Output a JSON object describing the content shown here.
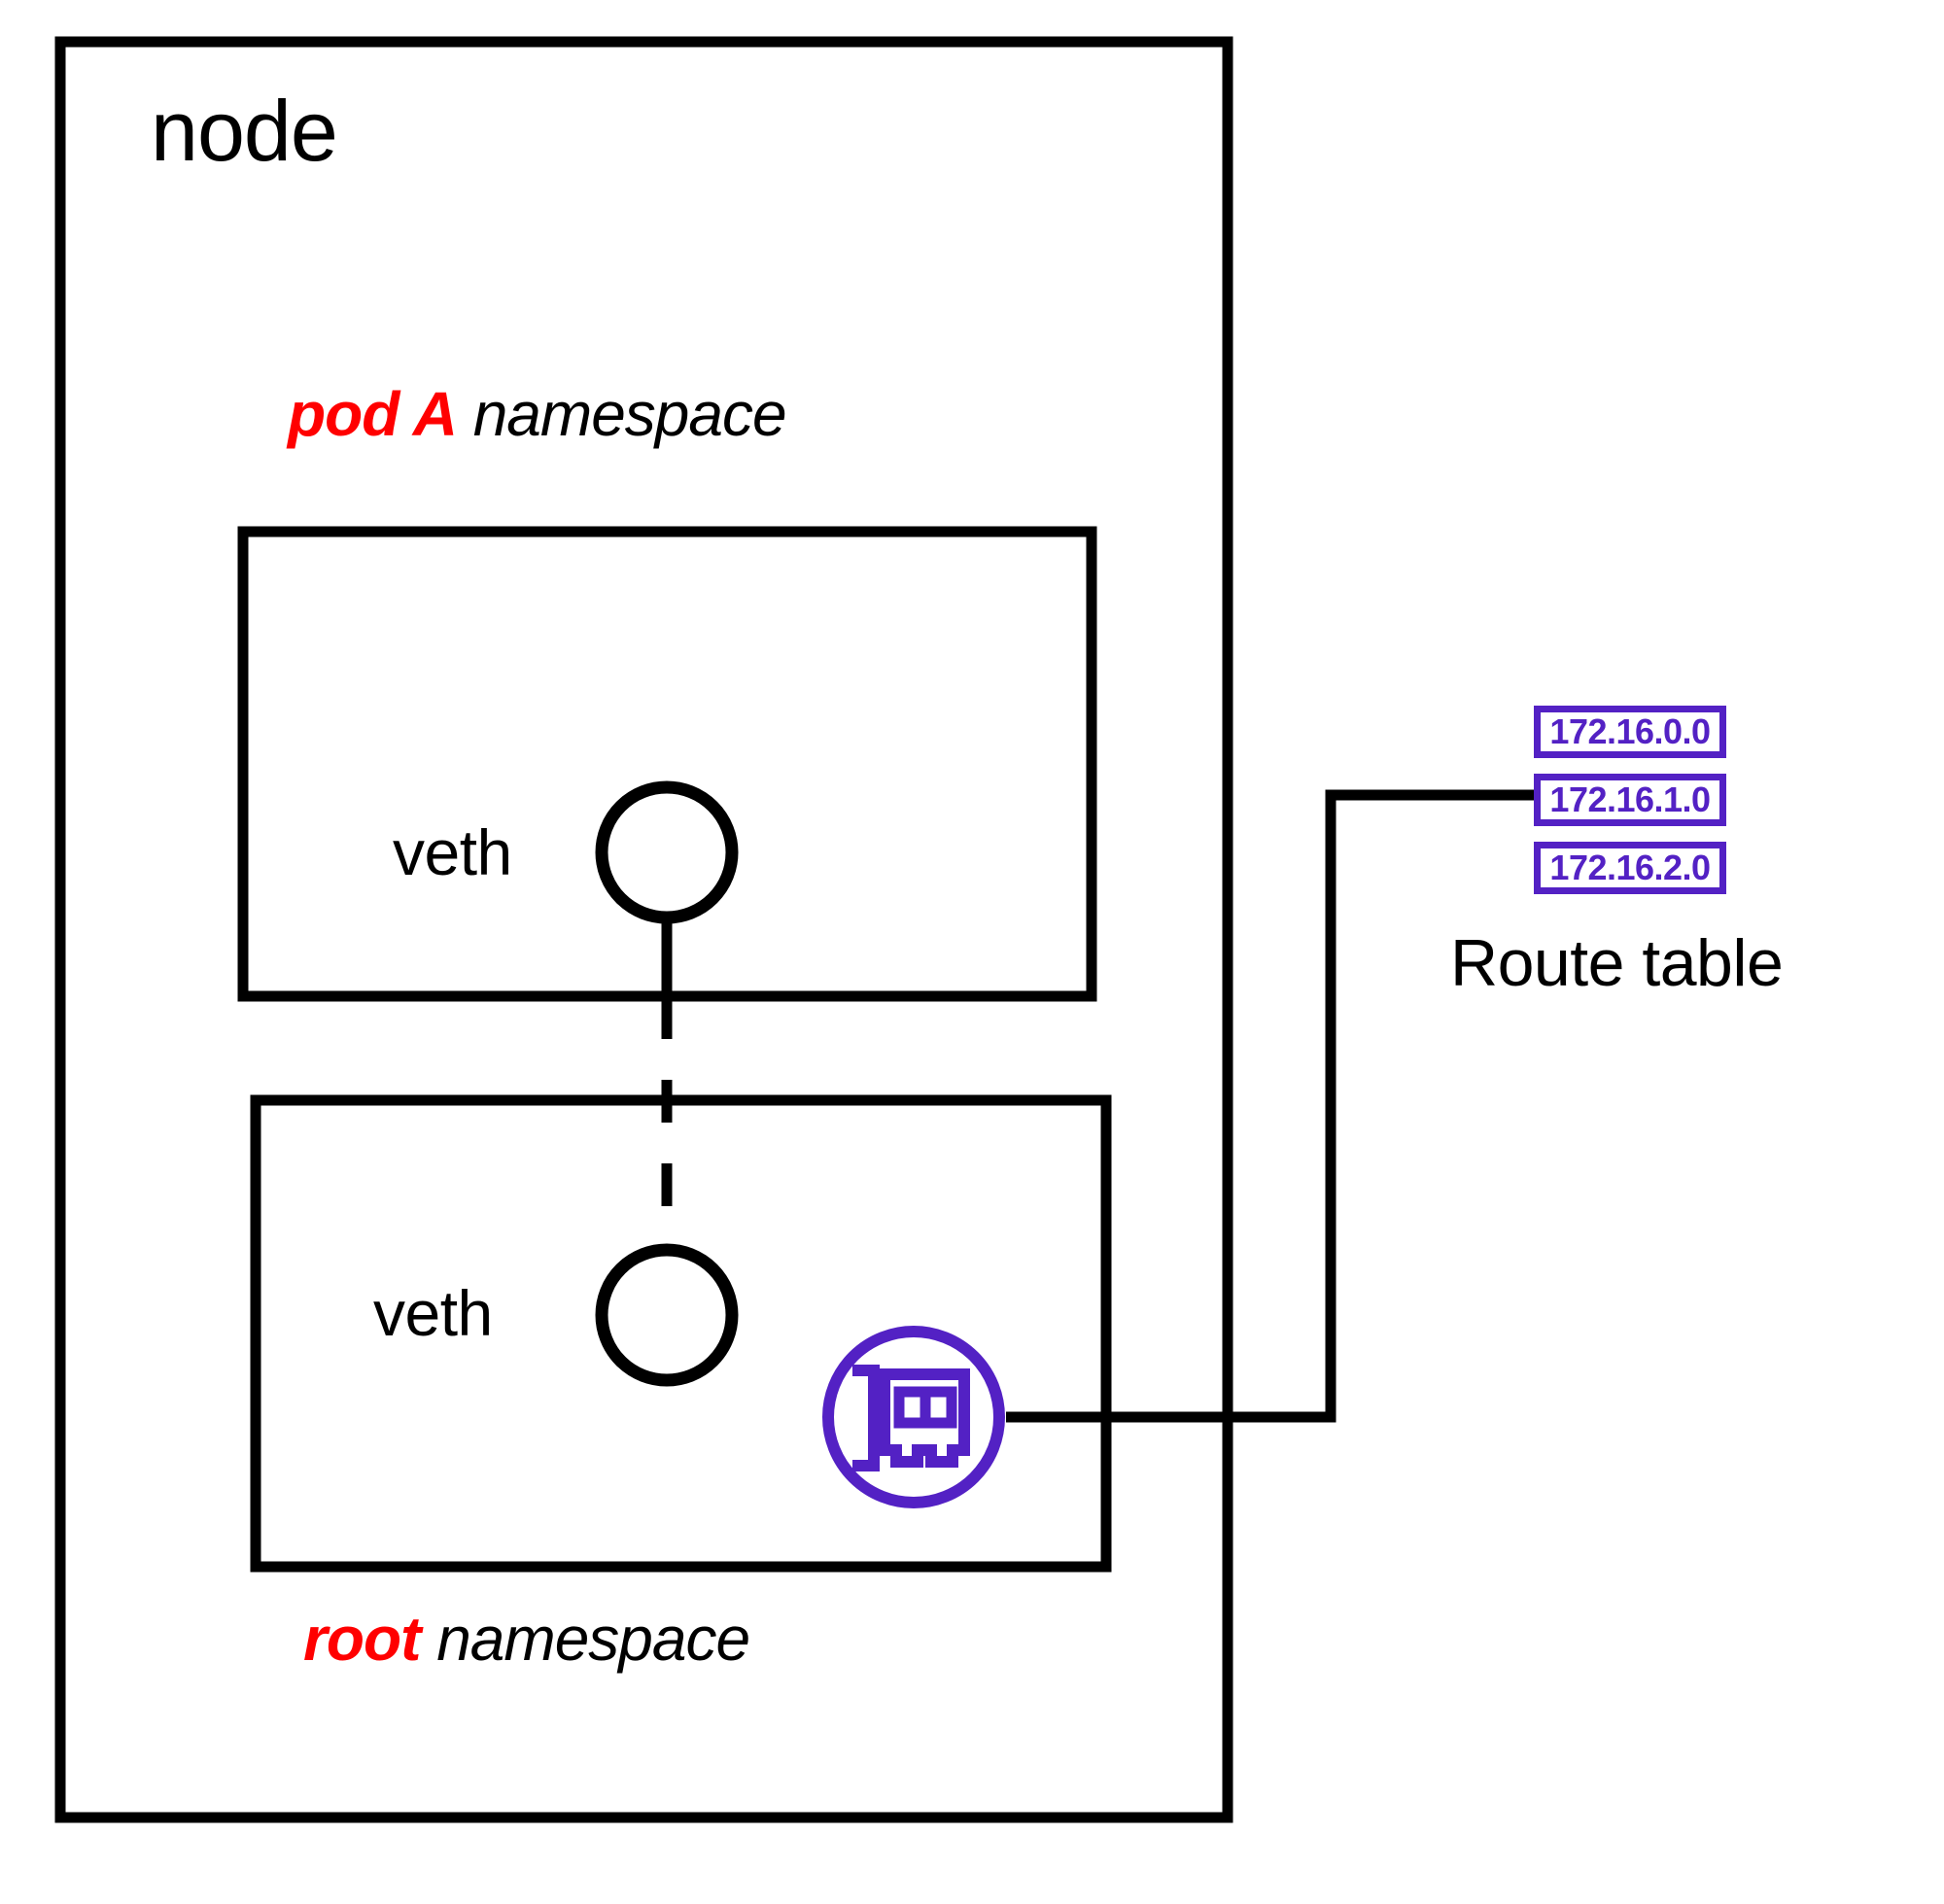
{
  "diagram": {
    "title_label": "node",
    "namespaces": [
      {
        "id": "pod-a",
        "emphasis": "pod A",
        "suffix": " namespace"
      },
      {
        "id": "root",
        "emphasis": "root",
        "suffix": " namespace"
      }
    ],
    "interfaces": [
      {
        "id": "veth-pod",
        "label": "veth"
      },
      {
        "id": "veth-root",
        "label": "veth"
      }
    ],
    "nic": {
      "icon": "network-interface-card-icon",
      "color": "#5321c4"
    },
    "route_table": {
      "label": "Route table",
      "entries": [
        "172.16.0.0",
        "172.16.1.0",
        "172.16.2.0"
      ],
      "accent_color": "#5321c4"
    },
    "colors": {
      "stroke": "#000000",
      "emphasis": "#ff0000",
      "accent": "#5321c4",
      "background": "#ffffff"
    }
  }
}
